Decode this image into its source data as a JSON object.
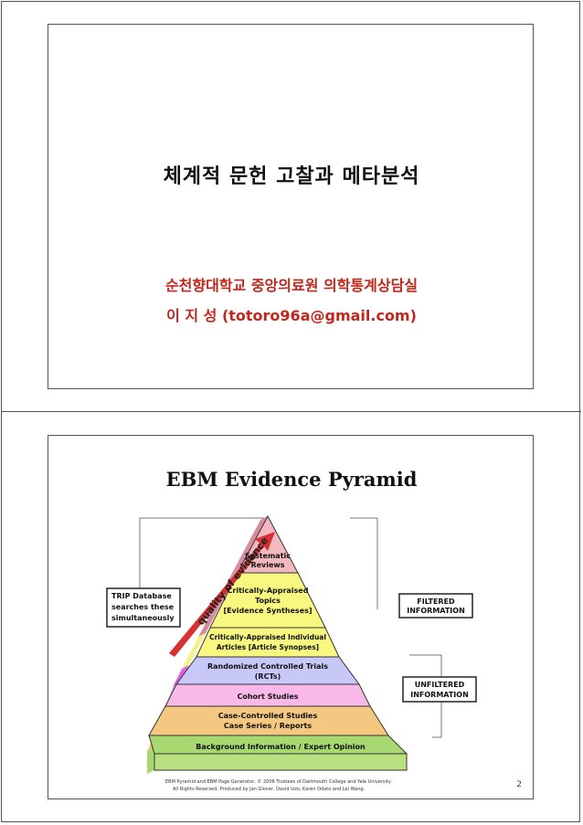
{
  "slide1": {
    "title": "체계적 문헌 고찰과 메타분석",
    "affiliation": "순천향대학교 중앙의료원 의학통계상담실",
    "author": "이 지 성 (totoro96a@gmail.com)"
  },
  "slide2": {
    "title": "EBM Evidence Pyramid",
    "page_number": "2",
    "arrow_label": "quality of evidence",
    "levels": [
      "Systematic",
      "Reviews",
      "Critically-Appraised",
      "Topics",
      "[Evidence Syntheses]",
      "Critically-Appraised Individual",
      "Articles [Article Synopses]",
      "Randomized Controlled Trials",
      "(RCTs)",
      "Cohort Studies",
      "Case-Controlled Studies",
      "Case Series / Reports",
      "Background Information / Expert Opinion"
    ],
    "trip_box": [
      "TRIP Database",
      "searches these",
      "simultaneously"
    ],
    "filtered_box": [
      "FILTERED",
      "INFORMATION"
    ],
    "unfiltered_box": [
      "UNFILTERED",
      "INFORMATION"
    ],
    "caption": [
      "EBM Pyramid and EBM Page Generator, © 2006 Trustees of Dartmouth College and Yale University.",
      "All Rights Reserved. Produced by Jan Glover, David Izzo, Karen Odato and Lei Wang."
    ]
  }
}
